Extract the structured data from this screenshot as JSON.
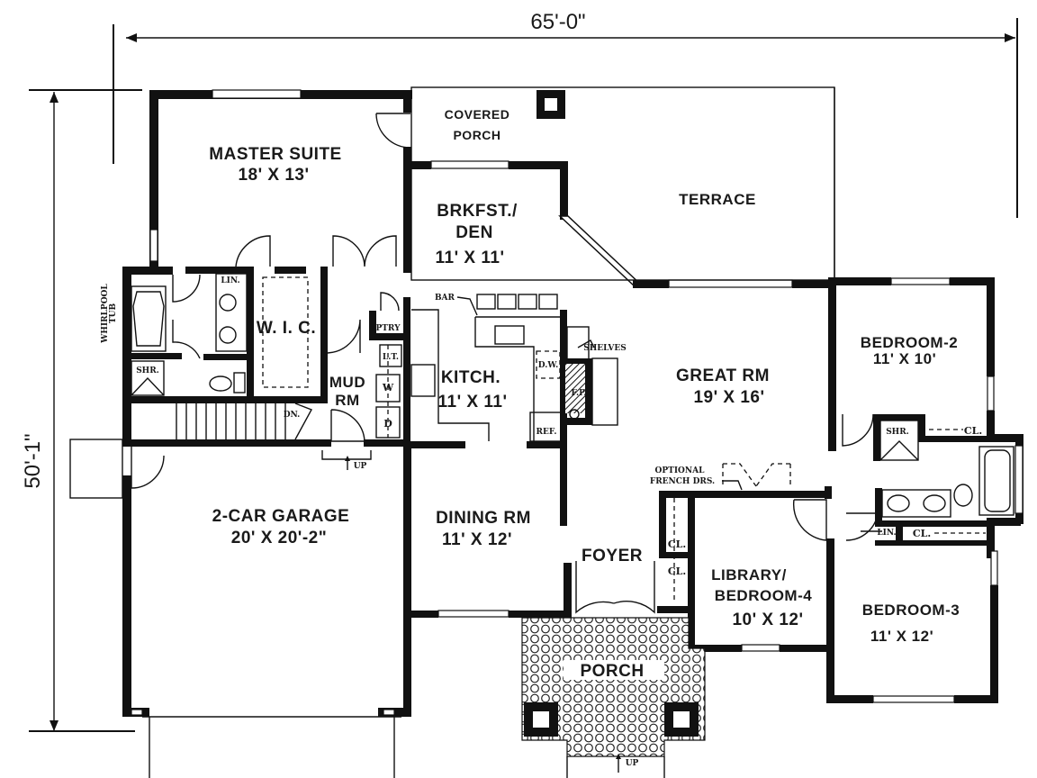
{
  "plan": {
    "title": "Floor Plan",
    "overall_width": "65'-0\"",
    "overall_depth": "50'-1\""
  },
  "rooms": {
    "master_suite": {
      "name": "MASTER SUITE",
      "size": "18' X 13'"
    },
    "covered_porch": {
      "line1": "COVERED",
      "line2": "PORCH"
    },
    "terrace": {
      "name": "TERRACE"
    },
    "breakfast_den": {
      "line1": "BRKFST./",
      "line2": "DEN",
      "size": "11' X 11'"
    },
    "wic": {
      "name": "W. I. C."
    },
    "mud_room": {
      "line1": "MUD",
      "line2": "RM"
    },
    "kitchen": {
      "name": "KITCH.",
      "size": "11' X 11'"
    },
    "great_room": {
      "name": "GREAT RM",
      "size": "19' X 16'"
    },
    "bedroom2": {
      "name": "BEDROOM-2",
      "size": "11' X 10'"
    },
    "garage": {
      "name": "2-CAR GARAGE",
      "size": "20' X 20'-2\""
    },
    "dining": {
      "name": "DINING RM",
      "size": "11' X 12'"
    },
    "foyer": {
      "name": "FOYER"
    },
    "library": {
      "line1": "LIBRARY/",
      "line2": "BEDROOM-4",
      "size": "10' X 12'"
    },
    "bedroom3": {
      "name": "BEDROOM-3",
      "size": "11' X 12'"
    },
    "porch": {
      "name": "PORCH"
    }
  },
  "annotations": {
    "whirlpool_line1": "WHIRLPOOL",
    "whirlpool_line2": "TUB",
    "linen": "LIN.",
    "shower": "SHR.",
    "pantry": "PTRY",
    "laundry_tub": "L.T.",
    "washer": "W",
    "dryer": "D",
    "down": "DN.",
    "up": "UP",
    "bar": "BAR",
    "shelves": "SHELVES",
    "dishwasher": "D.W.",
    "fireplace": "F.P.",
    "refrigerator": "REF.",
    "closet": "CL.",
    "optional_line1": "OPTIONAL",
    "optional_line2": "FRENCH DRS."
  }
}
